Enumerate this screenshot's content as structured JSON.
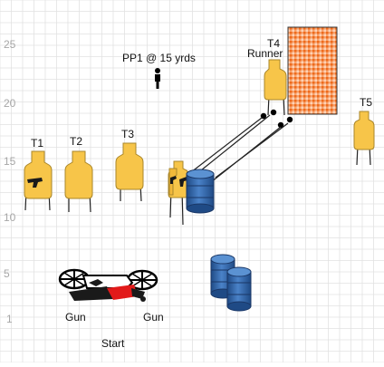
{
  "title": "PP1 @ 15 yrds",
  "axis_labels": [
    "25",
    "20",
    "15",
    "10",
    "5",
    "1"
  ],
  "targets": [
    {
      "label": "T1"
    },
    {
      "label": "T2"
    },
    {
      "label": "T3"
    },
    {
      "label": "T4",
      "sublabel": "Runner"
    },
    {
      "label": "T5"
    }
  ],
  "tables": [
    {
      "label": "Gun"
    },
    {
      "label": "Gun"
    }
  ],
  "start_label": "Start",
  "colors": {
    "target": "#f7c549",
    "target_stroke": "#a9862a",
    "barrel": "#3c6fb4",
    "barrel_dark": "#1f4a85",
    "wall": "#f07a26",
    "grid": "#e2e2e2",
    "gun_box": "#e21a1a"
  }
}
